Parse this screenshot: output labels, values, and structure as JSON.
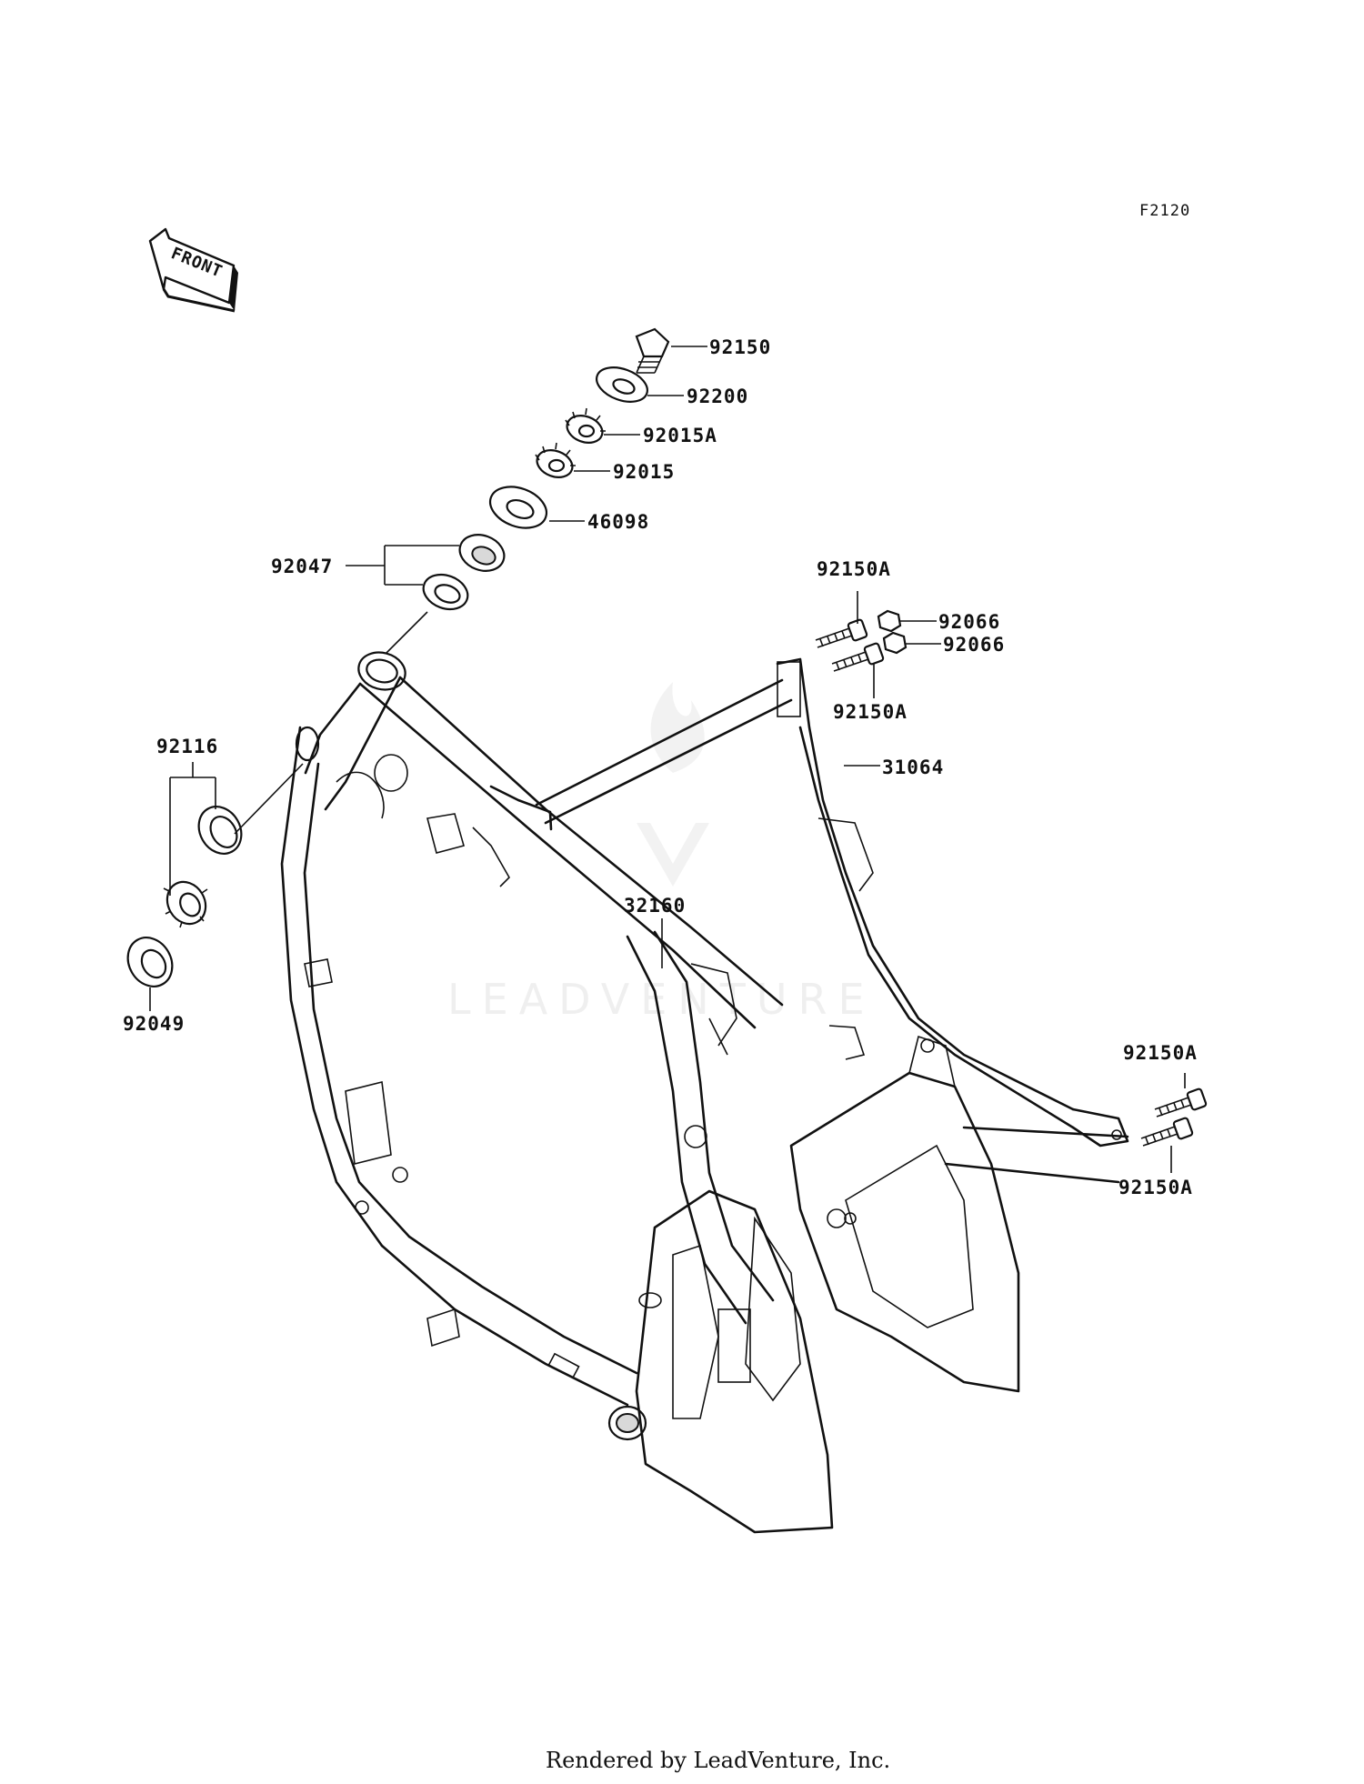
{
  "figure_code": "F2120",
  "front_arrow_label": "FRONT",
  "watermark": "LEADVENTURE",
  "footer": "Rendered by LeadVenture, Inc.",
  "parts": {
    "p92150": "92150",
    "p92200": "92200",
    "p92015A": "92015A",
    "p92015": "92015",
    "p46098": "46098",
    "p92047": "92047",
    "p92150A_top1": "92150A",
    "p92066_1": "92066",
    "p92066_2": "92066",
    "p92150A_top2": "92150A",
    "p31064": "31064",
    "p92116": "92116",
    "p32160": "32160",
    "p92049": "92049",
    "p92150A_rear1": "92150A",
    "p92150A_rear2": "92150A"
  }
}
